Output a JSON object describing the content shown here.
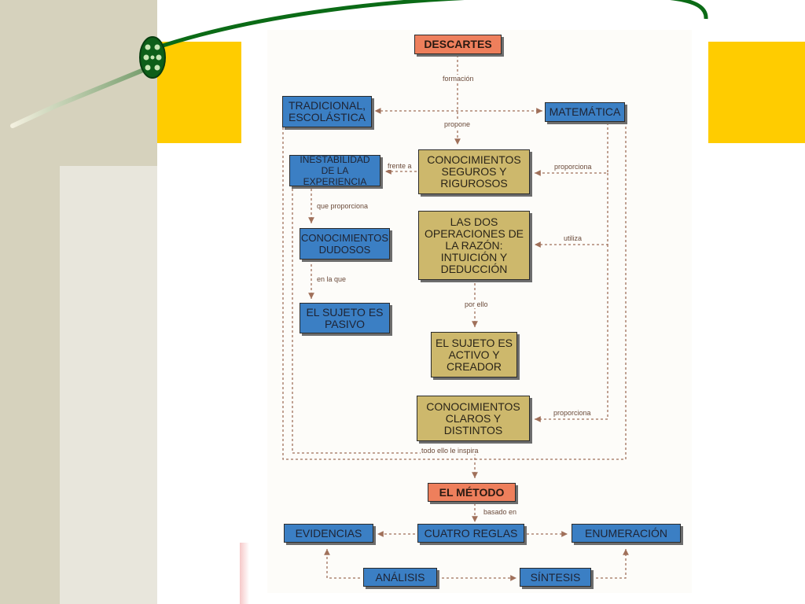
{
  "colors": {
    "side_strip": "#d6d2bd",
    "side_panel": "#e8e6dc",
    "accent_yellow": "#ffcc00",
    "vine_green": "#0b6b16",
    "box_blue": "#3b7fc4",
    "box_khaki": "#cdb86c",
    "box_orange": "#ee7f5c",
    "connector": "#a0705a"
  },
  "decoration": {
    "bead_icon": "green-bead-icon",
    "vine": "vine-curve"
  },
  "nodes": {
    "descartes": "DESCARTES",
    "tradicional": "TRADICIONAL, ESCOLÁSTICA",
    "matematica": "MATEMÁTICA",
    "inestabilidad": "INESTABILIDAD DE LA EXPERIENCIA",
    "conocimientos_seguros": "CONOCIMIENTOS SEGUROS Y RIGUROSOS",
    "conocimientos_dudosos": "CONOCIMIENTOS DUDOSOS",
    "dos_operaciones": "LAS DOS OPERACIONES DE LA RAZÓN: INTUICIÓN Y DEDUCCIÓN",
    "sujeto_pasivo": "EL SUJETO ES PASIVO",
    "sujeto_activo": "EL SUJETO ES ACTIVO Y CREADOR",
    "conocimientos_claros": "CONOCIMIENTOS CLAROS Y DISTINTOS",
    "metodo": "EL MÉTODO",
    "evidencias": "EVIDENCIAS",
    "cuatro_reglas": "CUATRO REGLAS",
    "enumeracion": "ENUMERACIÓN",
    "analisis": "ANÁLISIS",
    "sintesis": "SÍNTESIS"
  },
  "edge_labels": {
    "formacion": "formación",
    "propone": "propone",
    "frente_a": "frente a",
    "proporciona_1": "proporciona",
    "que_proporciona": "que proporciona",
    "utiliza": "utiliza",
    "en_la_que": "en la que",
    "por_ello": "por ello",
    "proporciona_2": "proporciona",
    "todo_ello": "todo ello le inspira",
    "basado_en": "basado en"
  }
}
